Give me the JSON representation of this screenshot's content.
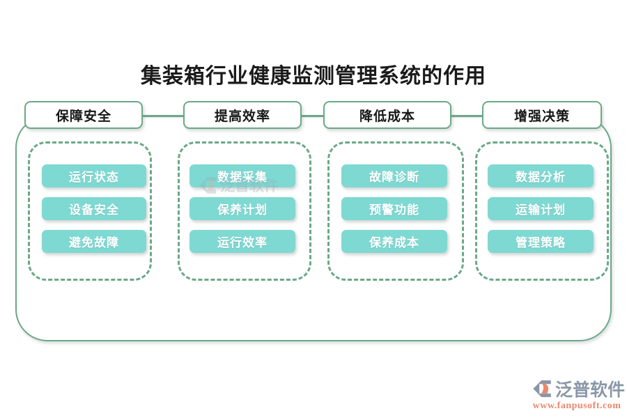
{
  "title": "集装箱行业健康监测管理系统的作用",
  "colors": {
    "frame_green": "#6aa887",
    "pill_teal": "#7ed9d2",
    "pill_text": "#ffffff",
    "header_text": "#171717",
    "title_text": "#1a1a1a",
    "logo_gray": "#8a97a8",
    "logo_orange": "#e8896d",
    "background": "#ffffff"
  },
  "columns": [
    {
      "header": "保障安全",
      "items": [
        "运行状态",
        "设备安全",
        "避免故障"
      ]
    },
    {
      "header": "提高效率",
      "items": [
        "数据采集",
        "保养计划",
        "运行效率"
      ]
    },
    {
      "header": "降低成本",
      "items": [
        "故障诊断",
        "预警功能",
        "保养成本"
      ]
    },
    {
      "header": "增强决策",
      "items": [
        "数据分析",
        "运输计划",
        "管理策略"
      ]
    }
  ],
  "watermark": {
    "text": "泛普软件"
  },
  "logo": {
    "name": "泛普软件",
    "url": "www.fanpusoft.com"
  }
}
